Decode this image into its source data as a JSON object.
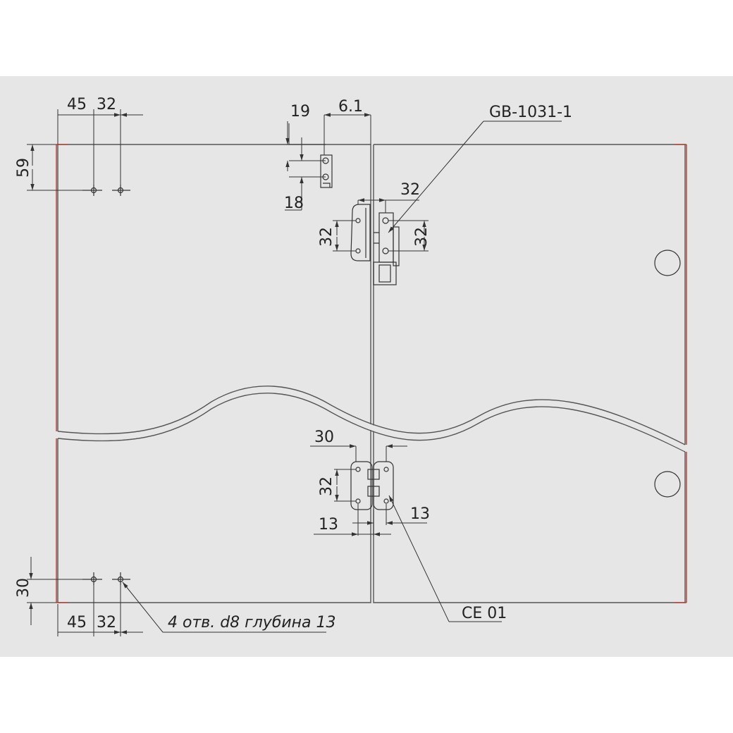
{
  "drawing": {
    "background_color": "#e6e6e6",
    "edge_color": "#b3473c",
    "line_color": "#333333",
    "dimensions": {
      "top_left_45": "45",
      "top_left_32": "32",
      "left_59": "59",
      "hinge_plate_19": "19",
      "hinge_plate_18": "18",
      "offset_6_1": "6.1",
      "upper_hinge_32_top": "32",
      "upper_hinge_32_left": "32",
      "upper_hinge_32_right": "32",
      "lower_hinge_30": "30",
      "lower_hinge_32": "32",
      "lower_hinge_13_left": "13",
      "lower_hinge_13_right": "13",
      "bottom_left_30": "30",
      "bottom_left_45": "45",
      "bottom_left_32": "32"
    },
    "callouts": {
      "upper_hinge_part": "GB-1031-1",
      "lower_hinge_part": "CE 01",
      "holes_note": "4 отв. d8 глубина 13"
    }
  }
}
